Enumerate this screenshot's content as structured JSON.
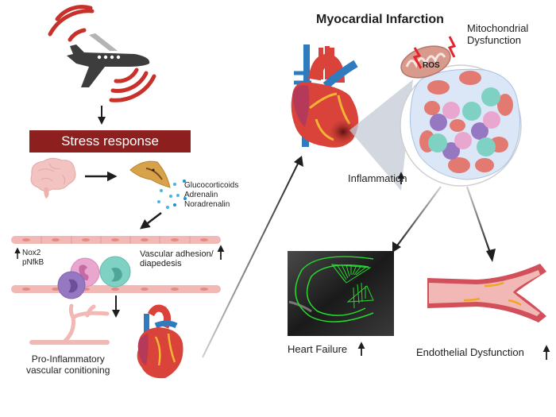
{
  "figure": {
    "title": "Myocardial Infarction",
    "stress_banner": "Stress response",
    "hormones": [
      "Glucocorticoids",
      "Adrenalin",
      "Noradrenalin"
    ],
    "vessel_markers": [
      "Nox2",
      "pNfkB"
    ],
    "vascular_adhesion": [
      "Vascular adhesion/",
      "diapedesis"
    ],
    "conditioning": [
      "Pro-Inflammatory",
      "vascular conitioning"
    ],
    "mitochondria": [
      "Mitochondrial",
      "Dysfunction"
    ],
    "ros": "ROS",
    "inflammation": "Inflammation",
    "heart_failure": "Heart Failure",
    "endothelial": "Endothelial Dysfunction"
  },
  "colors": {
    "banner": "#8e1f1f",
    "signal_red": "#c8302a",
    "plane": "#3d3d3d",
    "vessel_pink": "#f2b8b5",
    "heart_red": "#d9433a",
    "heart_blue": "#2f7bbf",
    "echo_green": "#27d82e"
  }
}
